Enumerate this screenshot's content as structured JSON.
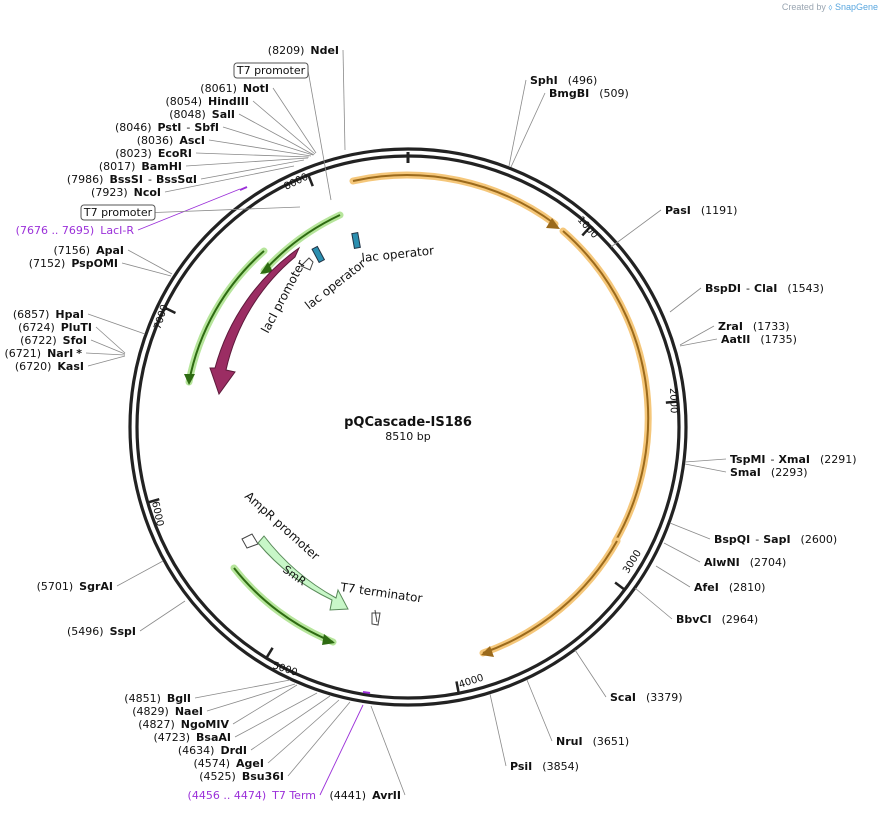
{
  "credit": {
    "prefix": "Created by",
    "brand": "SnapGene"
  },
  "plasmid": {
    "name": "pQCascade-IS186",
    "length_label": "8510 bp",
    "total_bp": 8510
  },
  "ticks": [
    {
      "bp": 1000,
      "label": "1000"
    },
    {
      "bp": 2000,
      "label": "2000"
    },
    {
      "bp": 3000,
      "label": "3000"
    },
    {
      "bp": 4000,
      "label": "4000"
    },
    {
      "bp": 5000,
      "label": "5000"
    },
    {
      "bp": 6000,
      "label": "6000"
    },
    {
      "bp": 7000,
      "label": "7000"
    },
    {
      "bp": 8000,
      "label": "8000"
    }
  ],
  "sites": [
    {
      "pos": "(8209)",
      "name": "NdeI"
    },
    {
      "pos": "(8061)",
      "name": "NotI"
    },
    {
      "pos": "(8054)",
      "name": "HindIII"
    },
    {
      "pos": "(8048)",
      "name": "SalI"
    },
    {
      "pos": "(8046)",
      "name": "PstI",
      "name2": "SbfI"
    },
    {
      "pos": "(8036)",
      "name": "AscI"
    },
    {
      "pos": "(8023)",
      "name": "EcoRI"
    },
    {
      "pos": "(8017)",
      "name": "BamHI"
    },
    {
      "pos": "(7986)",
      "name": "BssSI",
      "name2": "BssSαI"
    },
    {
      "pos": "(7923)",
      "name": "NcoI"
    },
    {
      "pos": "(7156)",
      "name": "ApaI"
    },
    {
      "pos": "(7152)",
      "name": "PspOMI"
    },
    {
      "pos": "(6857)",
      "name": "HpaI"
    },
    {
      "pos": "(6724)",
      "name": "PluTI"
    },
    {
      "pos": "(6722)",
      "name": "SfoI"
    },
    {
      "pos": "(6721)",
      "name": "NarI",
      "star": "*"
    },
    {
      "pos": "(6720)",
      "name": "KasI"
    },
    {
      "pos": "(5701)",
      "name": "SgrAI"
    },
    {
      "pos": "(5496)",
      "name": "SspI"
    },
    {
      "pos": "(4851)",
      "name": "BglI"
    },
    {
      "pos": "(4829)",
      "name": "NaeI"
    },
    {
      "pos": "(4827)",
      "name": "NgoMIV"
    },
    {
      "pos": "(4723)",
      "name": "BsaAI"
    },
    {
      "pos": "(4634)",
      "name": "DrdI"
    },
    {
      "pos": "(4574)",
      "name": "AgeI"
    },
    {
      "pos": "(4525)",
      "name": "Bsu36I"
    },
    {
      "pos": "(4441)",
      "name": "AvrII"
    },
    {
      "pos": "(496)",
      "name": "SphI"
    },
    {
      "pos": "(509)",
      "name": "BmgBI"
    },
    {
      "pos": "(1191)",
      "name": "PasI"
    },
    {
      "pos": "(1543)",
      "name": "BspDI",
      "name2": "ClaI"
    },
    {
      "pos": "(1733)",
      "name": "ZraI"
    },
    {
      "pos": "(1735)",
      "name": "AatII"
    },
    {
      "pos": "(2291)",
      "name": "TspMI",
      "name2": "XmaI"
    },
    {
      "pos": "(2293)",
      "name": "SmaI"
    },
    {
      "pos": "(2600)",
      "name": "BspQI",
      "name2": "SapI"
    },
    {
      "pos": "(2704)",
      "name": "AlwNI"
    },
    {
      "pos": "(2810)",
      "name": "AfeI"
    },
    {
      "pos": "(2964)",
      "name": "BbvCI"
    },
    {
      "pos": "(3379)",
      "name": "ScaI"
    },
    {
      "pos": "(3651)",
      "name": "NruI"
    },
    {
      "pos": "(3854)",
      "name": "PsiI"
    }
  ],
  "primers": [
    {
      "range": "(7676 .. 7695)",
      "name": "LacI-R",
      "color": "#9b30d9"
    },
    {
      "range": "(4456 .. 4474)",
      "name": "T7 Term",
      "color": "#9b30d9"
    }
  ],
  "boxed_features": [
    {
      "label": "T7 promoter"
    },
    {
      "label": "T7 promoter"
    }
  ],
  "features": [
    {
      "name": "lacI",
      "color": "#9b2d63"
    },
    {
      "name": "lacI promoter"
    },
    {
      "name": "lac operator"
    },
    {
      "name": "lac operator"
    },
    {
      "name": "AmpR promoter"
    },
    {
      "name": "SmR",
      "color": "#c8f7c8"
    },
    {
      "name": "T7 terminator"
    }
  ],
  "colors": {
    "orf_orange": "#f5c77a",
    "orf_line": "#b7791f",
    "orf_green": "#7cc35b",
    "orf_green_line": "#2e6b12",
    "site_line": "#777777",
    "ring": "#222222"
  }
}
